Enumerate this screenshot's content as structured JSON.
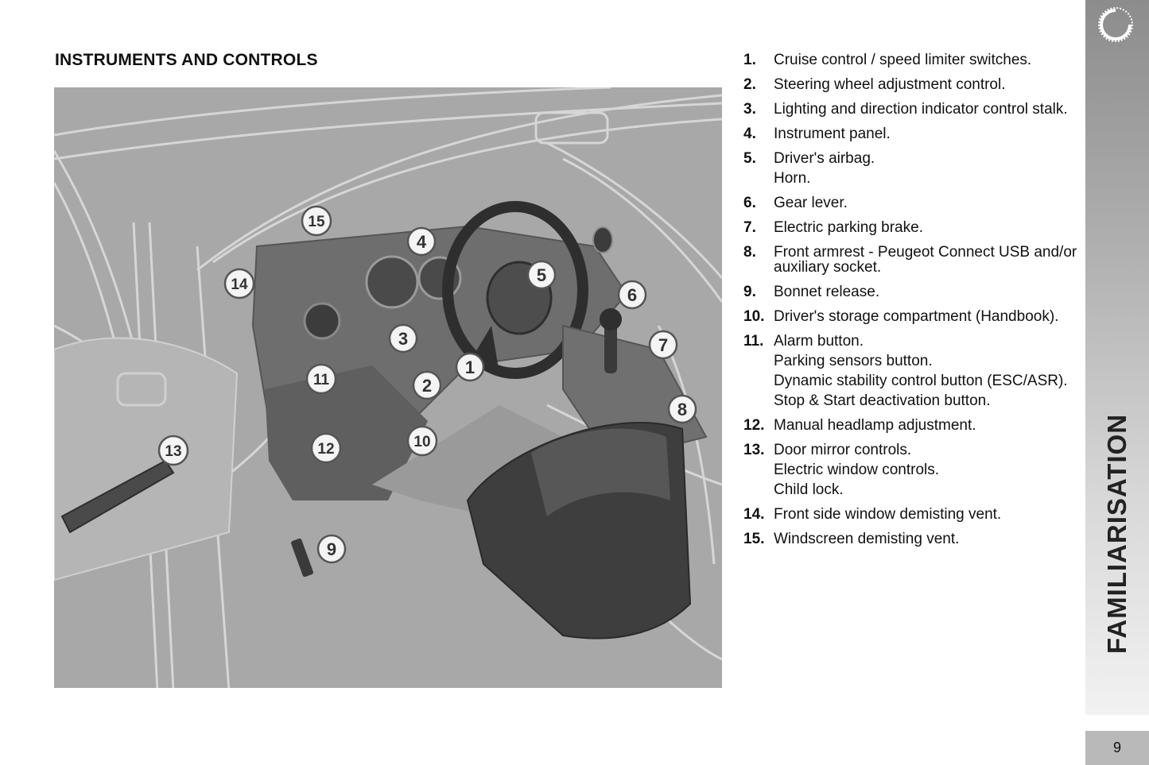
{
  "page": {
    "title": "INSTRUMENTS AND CONTROLS",
    "section": "FAMILIARISATION",
    "page_number": "9"
  },
  "figure": {
    "callouts": [
      "1",
      "2",
      "3",
      "4",
      "5",
      "6",
      "7",
      "8",
      "9",
      "10",
      "11",
      "12",
      "13",
      "14",
      "15"
    ]
  },
  "items": [
    {
      "num": "1.",
      "lines": [
        "Cruise control / speed limiter switches."
      ]
    },
    {
      "num": "2.",
      "lines": [
        "Steering wheel adjustment control."
      ]
    },
    {
      "num": "3.",
      "lines": [
        "Lighting and direction indicator control stalk."
      ]
    },
    {
      "num": "4.",
      "lines": [
        "Instrument panel."
      ]
    },
    {
      "num": "5.",
      "lines": [
        "Driver's airbag.",
        "Horn."
      ]
    },
    {
      "num": "6.",
      "lines": [
        "Gear lever."
      ]
    },
    {
      "num": "7.",
      "lines": [
        "Electric parking brake."
      ]
    },
    {
      "num": "8.",
      "lines": [
        "Front armrest - Peugeot Connect USB and/or auxiliary socket."
      ]
    },
    {
      "num": "9.",
      "lines": [
        "Bonnet release."
      ]
    },
    {
      "num": "10.",
      "lines": [
        "Driver's storage compartment (Handbook)."
      ]
    },
    {
      "num": "11.",
      "lines": [
        "Alarm button.",
        "Parking sensors button.",
        "Dynamic stability control button (ESC/ASR).",
        "Stop & Start deactivation button."
      ]
    },
    {
      "num": "12.",
      "lines": [
        "Manual headlamp adjustment."
      ]
    },
    {
      "num": "13.",
      "lines": [
        "Door mirror controls.",
        "Electric window controls.",
        "Child lock."
      ]
    },
    {
      "num": "14.",
      "lines": [
        "Front side window demisting vent."
      ]
    },
    {
      "num": "15.",
      "lines": [
        "Windscreen demisting vent."
      ]
    }
  ],
  "colors": {
    "figure_background": "#a8a8a8",
    "sidebar_top": "#8c8c8c",
    "page_tab": "#b9b9b9"
  }
}
